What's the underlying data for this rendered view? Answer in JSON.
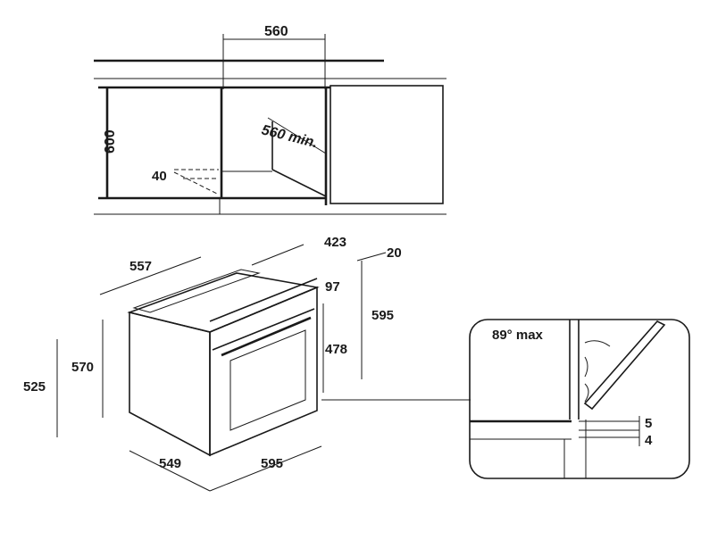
{
  "niche": {
    "width_label": "560",
    "height_label": "600",
    "depth_label": "560 min.",
    "vent_label": "40"
  },
  "oven": {
    "top_depth_label": "557",
    "vent_depth_label": "423",
    "vent_gap_label": "20",
    "panel_label": "97",
    "height_label": "595",
    "door_height_label": "478",
    "side_height_label": "570",
    "total_height_label": "525",
    "bottom_depth_label": "549",
    "bottom_width_label": "595"
  },
  "detail": {
    "angle_label": "89° max",
    "gap_upper_label": "5",
    "gap_lower_label": "4"
  }
}
